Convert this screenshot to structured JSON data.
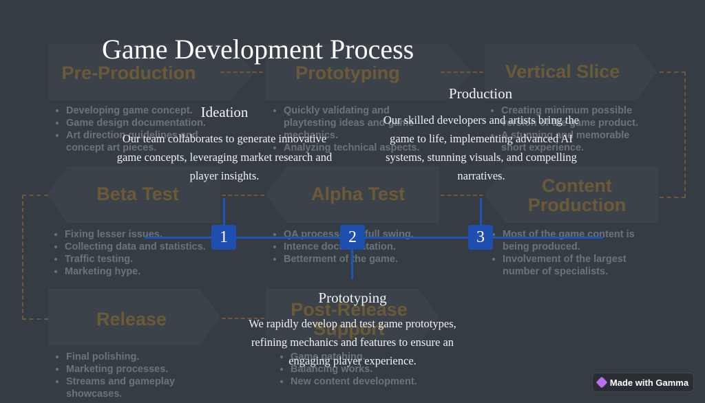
{
  "title": "Game Development Process",
  "steps": [
    {
      "number": "1",
      "title": "Ideation",
      "description": "Our team collaborates to generate innovative game concepts, leveraging market research and player insights."
    },
    {
      "number": "2",
      "title": "Prototyping",
      "description": "We rapidly develop and test game prototypes, refining mechanics and features to ensure an engaging player experience."
    },
    {
      "number": "3",
      "title": "Production",
      "description": "Our skilled developers and artists bring the game to life, implementing advanced AI systems, stunning visuals, and compelling narratives."
    }
  ],
  "background_diagram": {
    "pre_production": {
      "title": "Pre-Production",
      "items": [
        "Developing game concept.",
        "Game design documentation.",
        "Art direction guidelines and concept art pieces."
      ]
    },
    "prototyping": {
      "title": "Prototyping",
      "items": [
        "Quickly validating and playtesting ideas and game mechanics.",
        "Analyzing technical aspects."
      ]
    },
    "vertical_slice": {
      "title": "Vertical Slice",
      "items": [
        "Creating minimum possible version of the game product.",
        "A stunning and memorable short experience."
      ]
    },
    "beta_test": {
      "title": "Beta Test",
      "items": [
        "Fixing lesser issues.",
        "Collecting data and statistics.",
        "Traffic testing.",
        "Marketing hype."
      ]
    },
    "alpha_test": {
      "title": "Alpha Test",
      "items": [
        "QA processes in full swing.",
        "Intence documentation.",
        "Betterment of the game."
      ]
    },
    "content_production": {
      "title": "Content Production",
      "items": [
        "Most of the game content is being produced.",
        "Involvement of the largest number of specialists."
      ]
    },
    "release": {
      "title": "Release",
      "items": [
        "Final polishing.",
        "Marketing processes.",
        "Streams and gameplay showcases."
      ]
    },
    "post_release": {
      "title": "Post-Release Support",
      "items": [
        "Game patching.",
        "Balancing works.",
        "New content development."
      ]
    }
  },
  "badge": {
    "label": "Made with Gamma",
    "icon": "gamma-logo-icon"
  },
  "colors": {
    "background": "#353c44",
    "accent": "#1f55b8",
    "bg_title": "#e09a1e"
  }
}
